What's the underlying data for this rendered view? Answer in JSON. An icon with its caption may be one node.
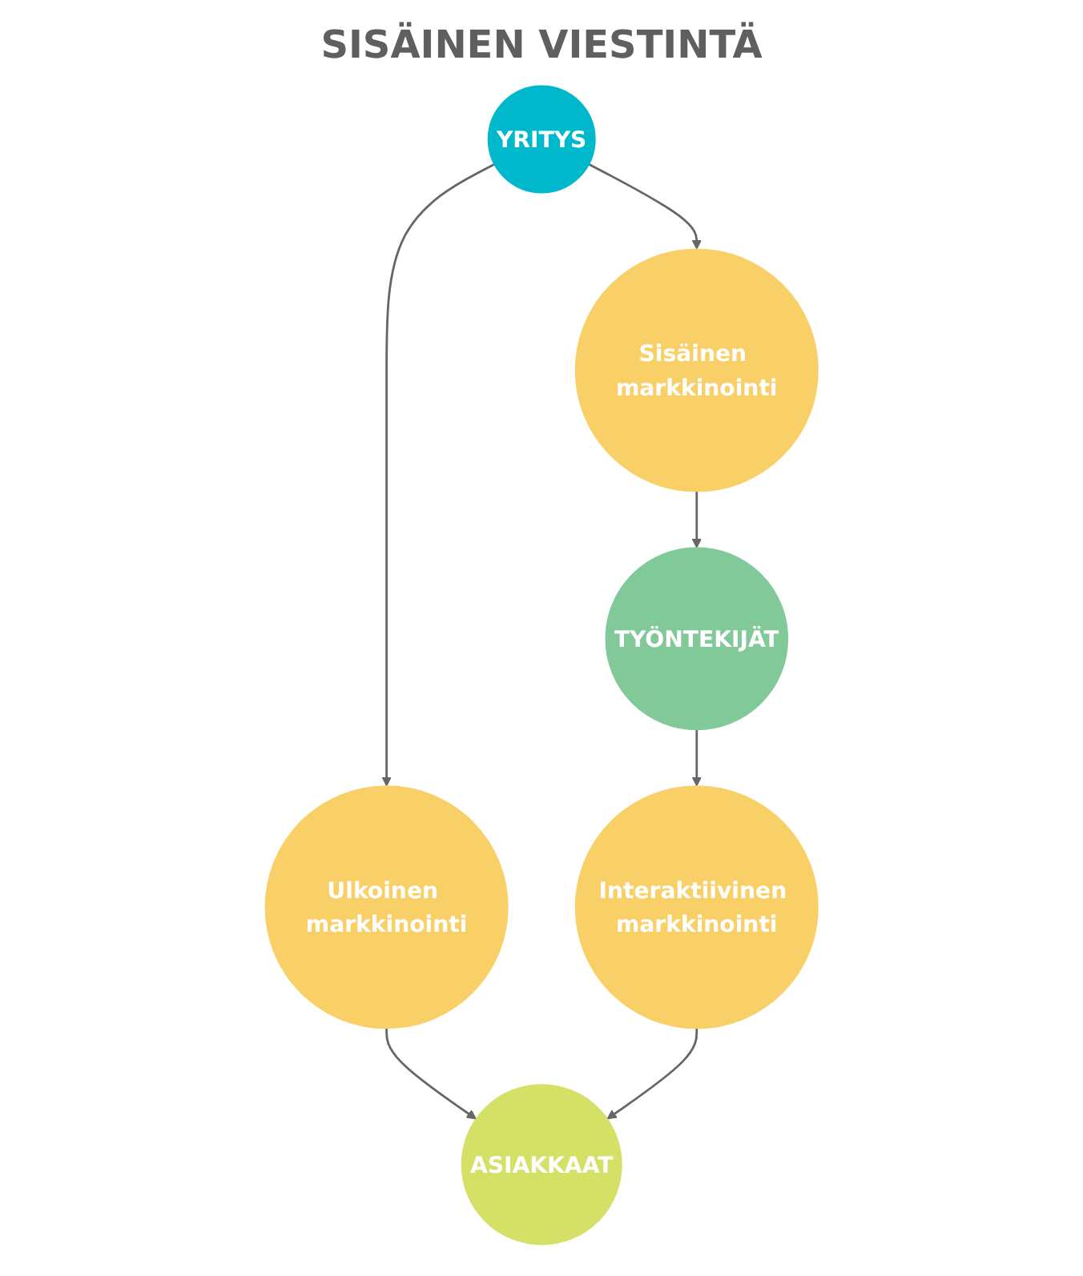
{
  "diagram": {
    "title": "SISÄINEN VIESTINTÄ",
    "nodes": [
      {
        "text": [
          "YRITYS"
        ]
      },
      {
        "text": [
          "Sisäinen markkinointi"
        ]
      },
      {
        "text": [
          "Ulkoinen markkinointi"
        ]
      },
      {
        "text": [
          "TYÖNTEKIJÄT"
        ]
      },
      {
        "text": [
          "ASIAKKAAT"
        ]
      },
      {
        "text": [
          "Interaktiivinen markkinointi"
        ]
      }
    ],
    "edges": [
      {
        "from": 0,
        "to": 1,
        "arrow": "to"
      },
      {
        "from": 0,
        "to": 2,
        "arrow": "to"
      },
      {
        "from": 1,
        "to": 3,
        "arrow": "to"
      },
      {
        "from": 2,
        "to": 4,
        "arrow": "to"
      },
      {
        "from": 3,
        "to": 5,
        "arrow": "to"
      },
      {
        "from": 5,
        "to": 4,
        "arrow": "to"
      }
    ]
  }
}
